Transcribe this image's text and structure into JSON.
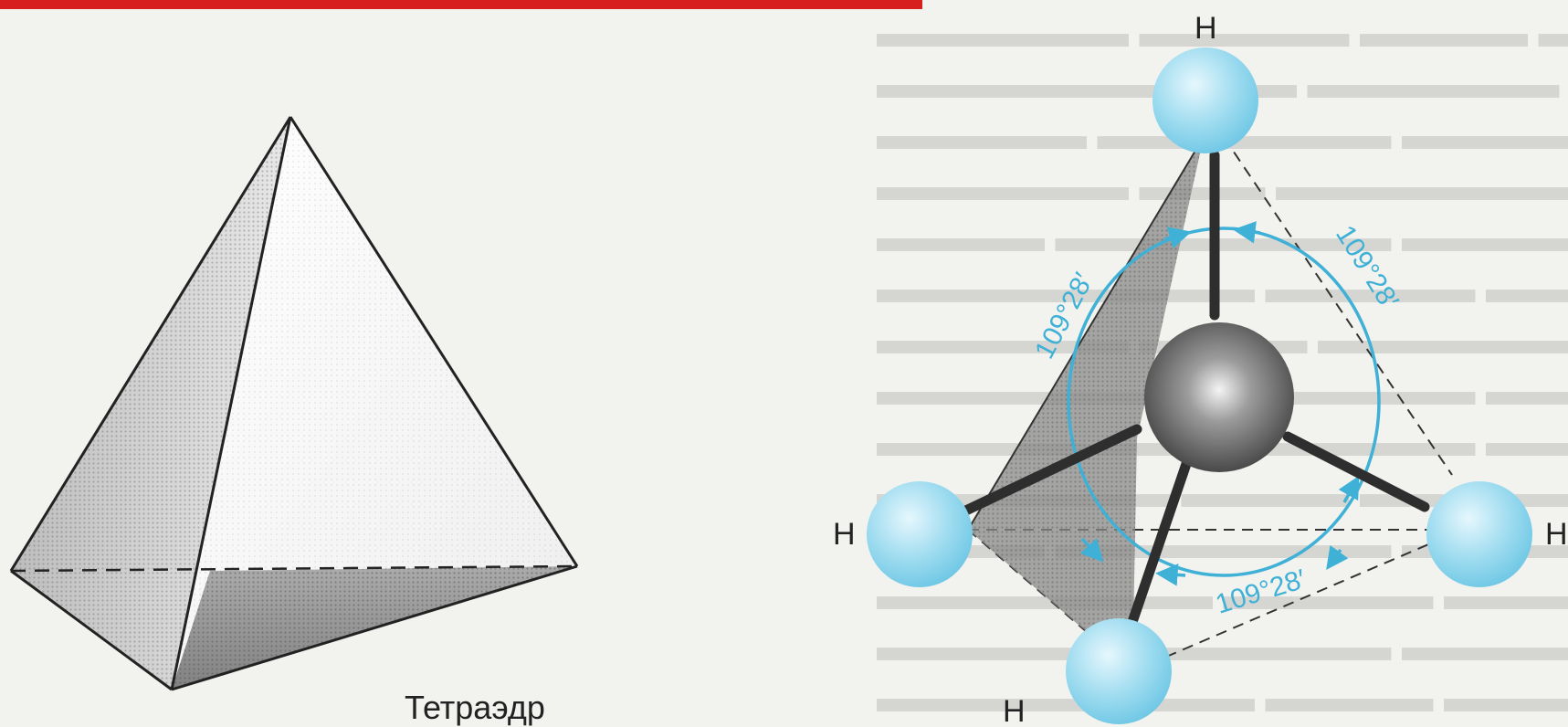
{
  "caption": "Тетраэдр",
  "atoms": {
    "top": "H",
    "left": "H",
    "right": "H",
    "bottom": "H"
  },
  "angles": {
    "left": "109°28′",
    "right": "109°28′",
    "bottom": "109°28′"
  },
  "colors": {
    "accent_red": "#d81f1f",
    "angle_blue": "#3fb0d6",
    "hydrogen_blue": "#9fdcf0",
    "carbon_gray": "#5a5a5a"
  }
}
